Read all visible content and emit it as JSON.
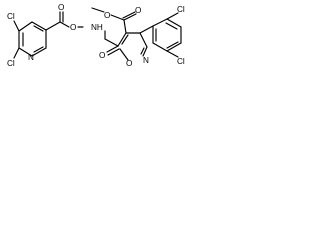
{
  "structure": {
    "atoms": {
      "cl_pyridine_top": "Cl",
      "cl_pyridine_bottom": "Cl",
      "n_pyridine": "N",
      "o_ester_carbonyl": "O",
      "o_ester_link": "O",
      "nh_amide": "NH",
      "o_methoxy_carbonyl": "O",
      "o_methoxy": "O",
      "o_amide_carbonyl": "O",
      "n_isoxazole": "N",
      "o_isoxazole": "O",
      "cl_phenyl_top": "Cl",
      "cl_phenyl_bottom": "Cl"
    }
  }
}
